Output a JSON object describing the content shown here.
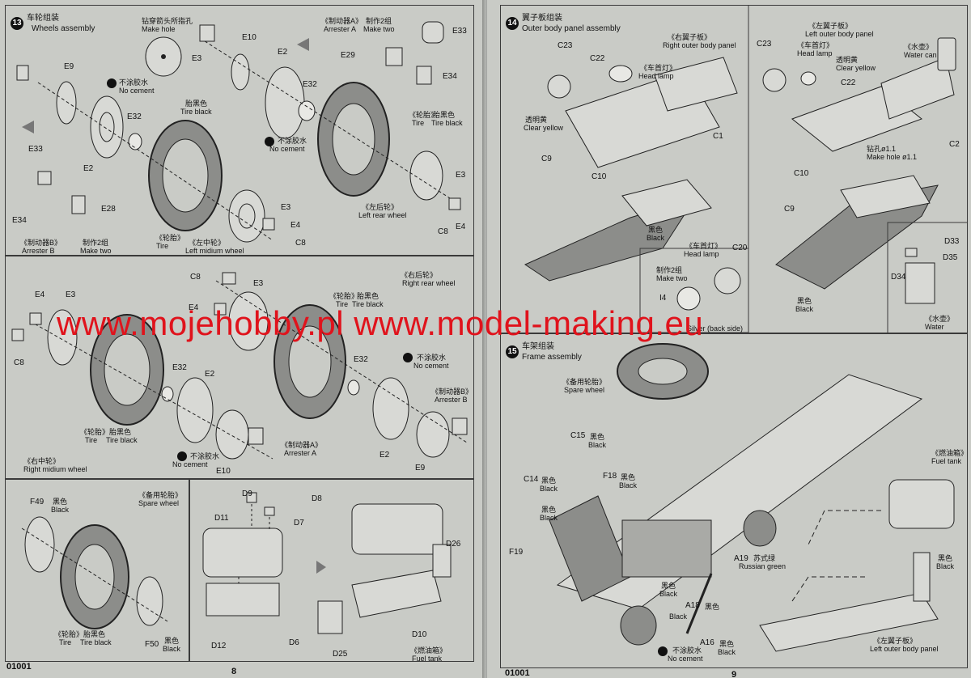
{
  "watermark": "www.mojehobby.pl www.model-making.eu",
  "left_page": {
    "code": "01001",
    "number": "8",
    "step13": {
      "num": "13",
      "title_cn": "车轮组装",
      "title_en": "Wheels assembly",
      "make_hole_cn": "钻穿箭头所指孔",
      "make_hole_en": "Make hole",
      "arrester_a_cn": "《制动器A》",
      "arrester_a_en": "Arrester A",
      "make_two_a_cn": "制作2组",
      "make_two_a_en": "Make two",
      "no_cement_1_cn": "不涂胶水",
      "no_cement_1_en": "No cement",
      "no_cement_2_cn": "不涂胶水",
      "no_cement_2_en": "No cement",
      "tire_black_1_cn": "胎黑色",
      "tire_black_1_en": "Tire black",
      "tire_2_cn": "《轮胎》",
      "tire_2_en": "Tire",
      "tire_black_2_cn": "胎黑色",
      "tire_black_2_en": "Tire black",
      "left_rear_cn": "《左后轮》",
      "left_rear_en": "Left rear wheel",
      "tire_3_cn": "《轮胎》",
      "tire_3_en": "Tire",
      "left_mid_cn": "《左中轮》",
      "left_mid_en": "Left midium wheel",
      "arrester_b_cn": "《制动器B》",
      "arrester_b_en": "Arrester B",
      "make_two_b_cn": "制作2组",
      "make_two_b_en": "Make two",
      "parts": [
        "E3",
        "E10",
        "E2",
        "E33",
        "E29",
        "E34",
        "E9",
        "E32",
        "E32",
        "E2",
        "E33",
        "E28",
        "E34",
        "E3",
        "E4",
        "C8",
        "E3",
        "E4",
        "C8"
      ]
    },
    "step13b": {
      "right_rear_cn": "《右后轮》",
      "right_rear_en": "Right rear wheel",
      "tire_a_cn": "《轮胎》",
      "tire_a_en": "Tire",
      "tire_black_a_cn": "胎黑色",
      "tire_black_a_en": "Tire black",
      "no_cement_a_cn": "不涂胶水",
      "no_cement_a_en": "No cement",
      "arrester_b_cn": "《制动器B》",
      "arrester_b_en": "Arrester B",
      "tire_b_cn": "《轮胎》",
      "tire_b_en": "Tire",
      "tire_black_b_cn": "胎黑色",
      "tire_black_b_en": "Tire black",
      "no_cement_b_cn": "不涂胶水",
      "no_cement_b_en": "No cement",
      "arrester_a_cn": "《制动器A》",
      "arrester_a_en": "Arrester A",
      "right_mid_cn": "《右中轮》",
      "right_mid_en": "Right midium wheel",
      "parts": [
        "C8",
        "E3",
        "E4",
        "E3",
        "E4",
        "C8",
        "E32",
        "E2",
        "E32",
        "E10",
        "E2",
        "E9"
      ]
    },
    "spare": {
      "black_cn": "黑色",
      "black_en": "Black",
      "spare_cn": "《备用轮胎》",
      "spare_en": "Spare wheel",
      "tire_cn": "《轮胎》",
      "tire_en": "Tire",
      "tire_black_cn": "胎黑色",
      "tire_black_en": "Tire black",
      "black2_cn": "黑色",
      "black2_en": "Black",
      "parts": [
        "F49",
        "F50"
      ]
    },
    "fuel": {
      "fuel_cn": "《燃油箱》",
      "fuel_en": "Fuel tank",
      "parts": [
        "D9",
        "D8",
        "D11",
        "D7",
        "D26",
        "D12",
        "D10",
        "D6",
        "D25"
      ]
    }
  },
  "right_page": {
    "code": "01001",
    "number": "9",
    "step14": {
      "num": "14",
      "title_cn": "翼子板组装",
      "title_en": "Outer body panel assembly",
      "right_panel_cn": "《右翼子板》",
      "right_panel_en": "Right outer body panel",
      "head_lamp_cn": "《车首灯》",
      "head_lamp_en": "Head lamp",
      "clear_yellow_cn": "透明黄",
      "clear_yellow_en": "Clear yellow",
      "black_cn": "黑色",
      "black_en": "Black",
      "left_panel_cn": "《左翼子板》",
      "left_panel_en": "Left outer body panel",
      "head_lamp2_cn": "《车首灯》",
      "head_lamp2_en": "Head lamp",
      "clear_yellow2_cn": "透明黄",
      "clear_yellow2_en": "Clear yellow",
      "water_can_cn": "《水壶》",
      "water_can_en": "Water can",
      "drill_cn": "钻孔ø1.1",
      "drill_en": "Make hole ø1.1",
      "black2_cn": "黑色",
      "black2_en": "Black",
      "head_lamp3_cn": "《车首灯》",
      "head_lamp3_en": "Head lamp",
      "make_two_cn": "制作2组",
      "make_two_en": "Make two",
      "silver_en": "Silver (back side)",
      "water_can2_cn": "《水壶》",
      "water_can2_en": "Water",
      "parts": [
        "C23",
        "C22",
        "C1",
        "C9",
        "C10",
        "C23",
        "C22",
        "C2",
        "C10",
        "C9",
        "C20",
        "I4",
        "D33",
        "D35",
        "D34"
      ]
    },
    "step15": {
      "num": "15",
      "title_cn": "车架组装",
      "title_en": "Frame assembly",
      "spare_cn": "《备用轮胎》",
      "spare_en": "Spare wheel",
      "c15": "C15",
      "c15_cn": "黑色",
      "c15_en": "Black",
      "c14": "C14",
      "c14_cn": "黑色",
      "c14_en": "Black",
      "f18": "F18",
      "f18_cn": "黑色",
      "f18_en": "Black",
      "black_a_cn": "黑色",
      "black_a_en": "Black",
      "fuel_cn": "《燃油箱》",
      "fuel_en": "Fuel tank",
      "a19": "A19",
      "a19_cn": "苏式绿",
      "a19_en": "Russian green",
      "black_b_cn": "黑色",
      "black_b_en": "Black",
      "black_c_cn": "黑色",
      "black_c_en": "Black",
      "a18": "A18",
      "a18_cn": "黑色",
      "a18_en": "Black",
      "a16": "A16",
      "a16_cn": "黑色",
      "a16_en": "Black",
      "no_cement_cn": "不涂胶水",
      "no_cement_en": "No cement",
      "left_panel_cn": "《左翼子板》",
      "left_panel_en": "Left outer body panel",
      "f19": "F19"
    }
  }
}
